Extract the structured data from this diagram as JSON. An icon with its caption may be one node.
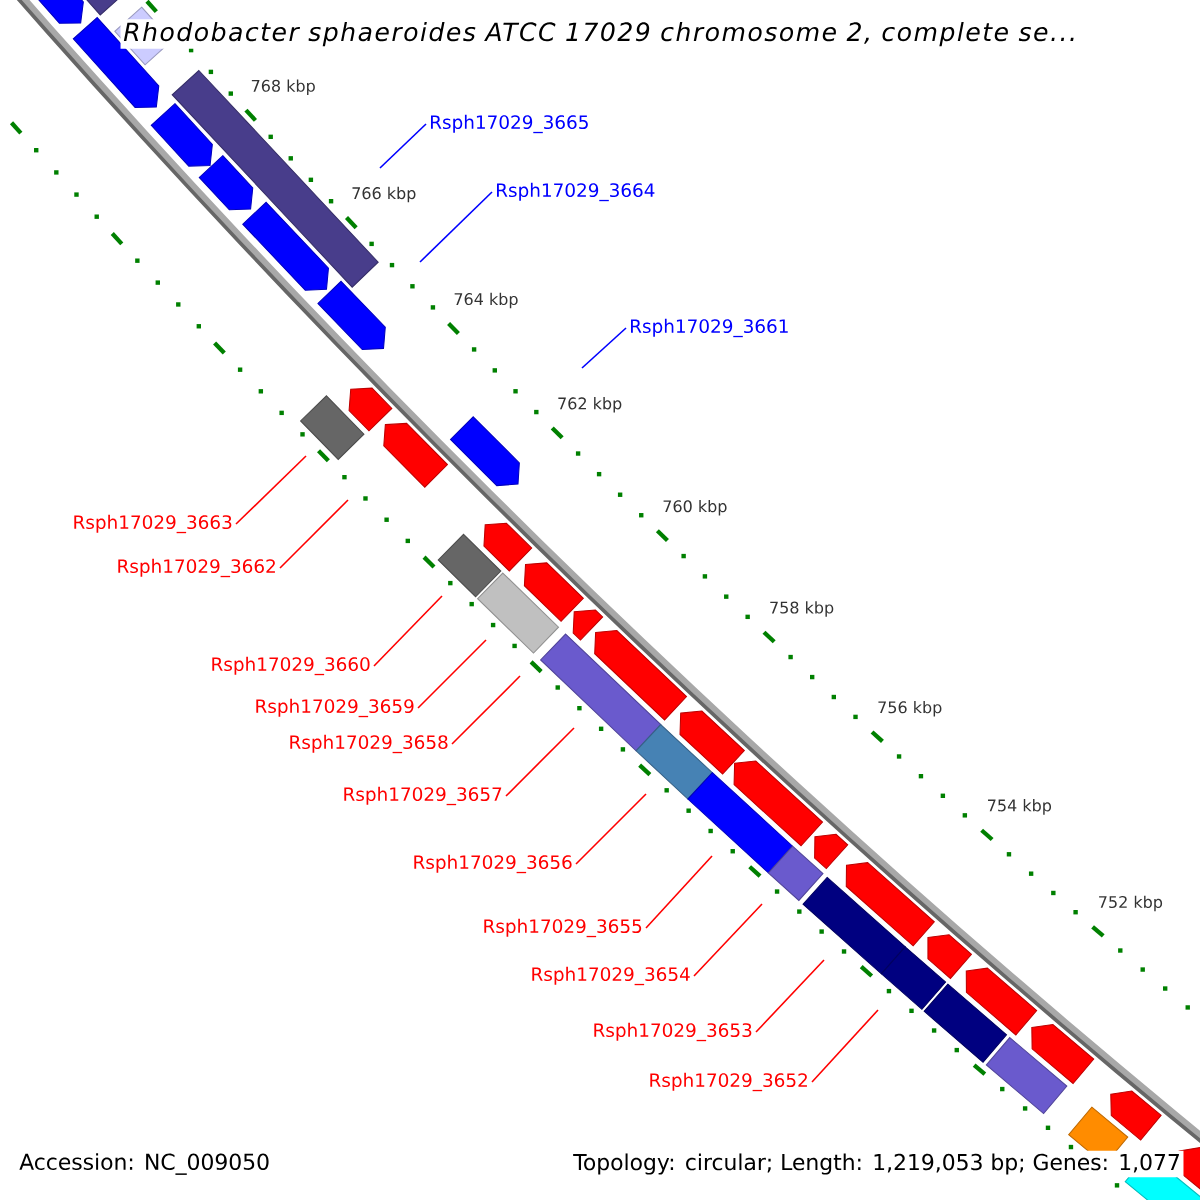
{
  "diagram": {
    "title": "Rhodobacter sphaeroides ATCC 17029 chromosome 2, complete se...",
    "nodes": [
      {
        "text": [
          "Rsph17029_3665"
        ]
      },
      {
        "text": [
          "Rsph17029_3664"
        ]
      },
      {
        "text": [
          "Rsph17029_3661"
        ]
      },
      {
        "text": [
          "Rsph17029_3663"
        ]
      },
      {
        "text": [
          "Rsph17029_3662"
        ]
      },
      {
        "text": [
          "Rsph17029_3660"
        ]
      },
      {
        "text": [
          "Rsph17029_3659"
        ]
      },
      {
        "text": [
          "Rsph17029_3658"
        ]
      },
      {
        "text": [
          "Rsph17029_3657"
        ]
      },
      {
        "text": [
          "Rsph17029_3656"
        ]
      },
      {
        "text": [
          "Rsph17029_3655"
        ]
      },
      {
        "text": [
          "Rsph17029_3654"
        ]
      },
      {
        "text": [
          "Rsph17029_3653"
        ]
      },
      {
        "text": [
          "Rsph17029_3652"
        ]
      }
    ],
    "edges": [
      {
        "from": 0,
        "to": null,
        "arrow": "none",
        "color": "#0000ff"
      },
      {
        "from": 1,
        "to": null,
        "arrow": "none",
        "color": "#0000ff"
      },
      {
        "from": 2,
        "to": null,
        "arrow": "none",
        "color": "#0000ff"
      },
      {
        "from": 3,
        "to": null,
        "arrow": "none"
      },
      {
        "from": 4,
        "to": null,
        "arrow": "none"
      },
      {
        "from": 5,
        "to": null,
        "arrow": "none"
      },
      {
        "from": 6,
        "to": null,
        "arrow": "none"
      },
      {
        "from": 7,
        "to": null,
        "arrow": "none"
      },
      {
        "from": 8,
        "to": null,
        "arrow": "none"
      },
      {
        "from": 9,
        "to": null,
        "arrow": "none"
      },
      {
        "from": 10,
        "to": null,
        "arrow": "none"
      },
      {
        "from": 11,
        "to": null,
        "arrow": "none"
      },
      {
        "from": 12,
        "to": null,
        "arrow": "none"
      },
      {
        "from": 13,
        "to": null,
        "arrow": "none"
      }
    ],
    "labels": [
      "768 kbp",
      "766 kbp",
      "764 kbp",
      "762 kbp",
      "760 kbp",
      "758 kbp",
      "756 kbp",
      "754 kbp",
      "752 kbp",
      "Accession: NC_009050",
      "Topology: circular; Length: 1,219,053 bp; Genes: 1,077"
    ]
  }
}
